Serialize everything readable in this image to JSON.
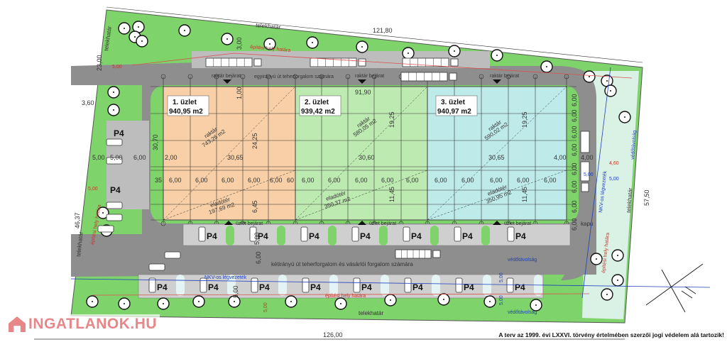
{
  "plot_boundary_label": "telekhatár",
  "dimensions": {
    "top_length": "121,80",
    "bottom_length": "126,00",
    "right_length": "57,50",
    "left_length": "46,37",
    "left_upper": "23,00",
    "left_small": "3,60",
    "setback": "5,00",
    "building_length": "91,90",
    "bay": "6,00",
    "store1_width": "30,65",
    "store2_width": "30,60",
    "store3_width": "30,65",
    "warehouse_depth": "19,25",
    "sales_depth": "11,45",
    "store1_depth": "24,25",
    "store1_sales_depth": "6,45",
    "road_width": "6,00",
    "end_width": "4,00",
    "edge": "35",
    "edge2": "60",
    "side": "2,00",
    "side2": "30,70",
    "top_gap": "1,00",
    "right_setback": "4,60",
    "top_setback": "3,00"
  },
  "stores": [
    {
      "name": "1. üzlet",
      "area": "940,95 m2",
      "warehouse_label": "raktár",
      "warehouse_area": "743,26 m2",
      "sales_label": "eladótér",
      "sales_area": "197,69 m2"
    },
    {
      "name": "2. üzlet",
      "area": "939,42 m2",
      "warehouse_label": "raktár",
      "warehouse_area": "580,05 m2",
      "sales_label": "eladótér",
      "sales_area": "350,37 m2"
    },
    {
      "name": "3. üzlet",
      "area": "940,97 m2",
      "warehouse_label": "raktár",
      "warehouse_area": "590,02 m2",
      "sales_label": "eladótér",
      "sales_area": "350,95 m2"
    }
  ],
  "roads": {
    "top": "egyirányú út teherforgalom számára",
    "bottom": "kétirányú út teherforgalom és vásárlói forgalom számára"
  },
  "entrances": {
    "warehouse": "raktár bejárat",
    "shop": "üzlet bejárat"
  },
  "parking_label": "P4",
  "building_limit": "építési hely határa",
  "protection_distance": "védőtávolság",
  "utility_line": "NKV-os légvezeték",
  "gate": "kapu",
  "logo_text": "INGATLANOK.HU",
  "copyright": "A terv az 1999. évi LXXVI. törvény értelmében szerzői jogi védelem alá tartozik!",
  "colors": {
    "grass": "#7fd36b",
    "road": "#8e8e8e",
    "store1": "#f8cfa6",
    "store2": "#bdeab0",
    "store3": "#bfeaea",
    "parking": "#cfcfcf"
  }
}
